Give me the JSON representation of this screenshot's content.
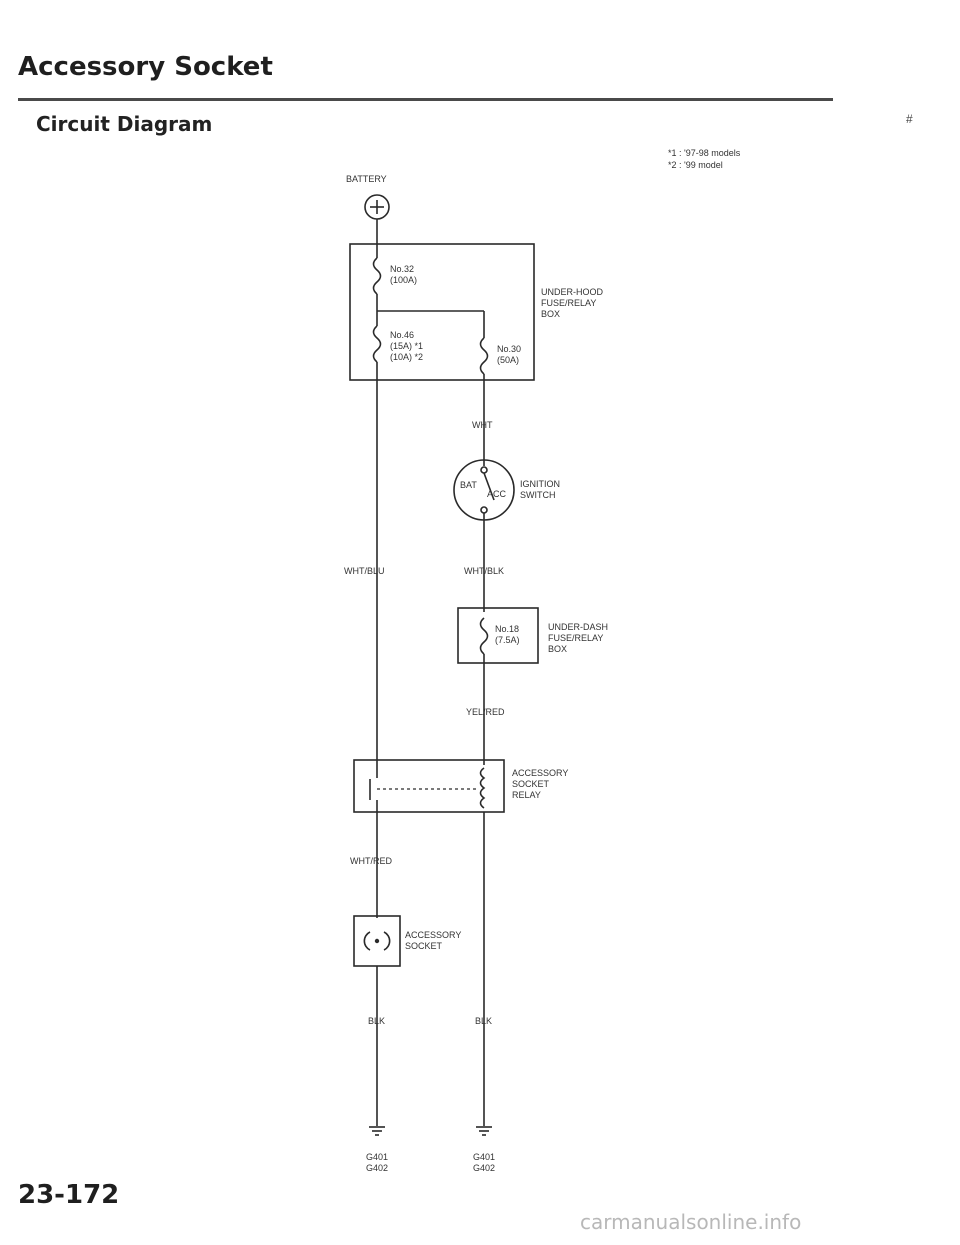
{
  "page": {
    "heading": "Accessory Socket",
    "subheading": "Circuit Diagram",
    "page_number": "23-172",
    "watermark": "carmanualsonline.info",
    "stray_mark": "#"
  },
  "notes": {
    "note1": "*1 : '97-98 models",
    "note2": "*2 : '99 model"
  },
  "components": {
    "battery": "BATTERY",
    "fuse32_no": "No.32",
    "fuse32_rating": "(100A)",
    "fuse46_no": "No.46",
    "fuse46_rating1": "(15A) *1",
    "fuse46_rating2": "(10A) *2",
    "fuse30_no": "No.30",
    "fuse30_rating": "(50A)",
    "underhood_line1": "UNDER-HOOD",
    "underhood_line2": "FUSE/RELAY",
    "underhood_line3": "BOX",
    "ign_bat": "BAT",
    "ign_acc": "ACC",
    "ign_line1": "IGNITION",
    "ign_line2": "SWITCH",
    "fuse18_no": "No.18",
    "fuse18_rating": "(7.5A)",
    "underdash_line1": "UNDER-DASH",
    "underdash_line2": "FUSE/RELAY",
    "underdash_line3": "BOX",
    "relay_line1": "ACCESSORY",
    "relay_line2": "SOCKET",
    "relay_line3": "RELAY",
    "socket_line1": "ACCESSORY",
    "socket_line2": "SOCKET"
  },
  "wires": {
    "wht": "WHT",
    "wht_blu": "WHT/BLU",
    "wht_blk": "WHT/BLK",
    "yel_red": "YEL/RED",
    "wht_red": "WHT/RED",
    "blk_left": "BLK",
    "blk_right": "BLK"
  },
  "grounds": {
    "left_1": "G401",
    "left_2": "G402",
    "right_1": "G401",
    "right_2": "G402"
  }
}
